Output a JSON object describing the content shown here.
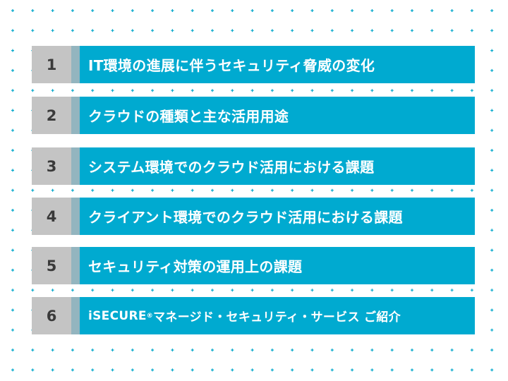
{
  "agenda": [
    {
      "number": "1",
      "title": "IT環境の進展に伴うセキュリティ脅威の変化"
    },
    {
      "number": "2",
      "title": "クラウドの種類と主な活用用途"
    },
    {
      "number": "3",
      "title": "システム環境でのクラウド活用における課題"
    },
    {
      "number": "4",
      "title": "クライアント環境でのクラウド活用における課題"
    },
    {
      "number": "5",
      "title": "セキュリティ対策の運用上の課題"
    },
    {
      "number": "6",
      "title_brand": "iSECURE",
      "title_mark": "®",
      "title": " マネージド・セキュリティ・サービス ご紹介"
    }
  ],
  "colors": {
    "accent": "#00aad0",
    "number_bg": "#c4c4c4",
    "separator": "#93b5bf",
    "grid": "#00a8cc"
  }
}
